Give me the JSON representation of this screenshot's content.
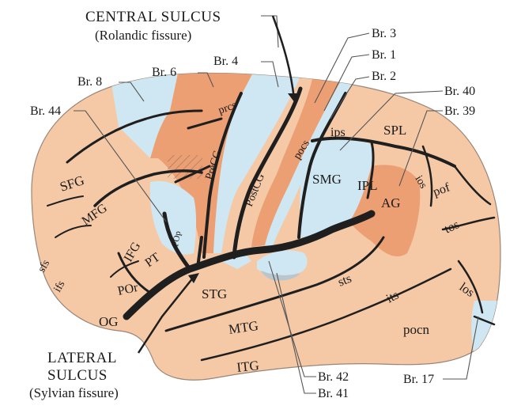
{
  "colors": {
    "background": "#ffffff",
    "cortex": "#f5c9a6",
    "area_blue": "#cfe7f2",
    "area_orange": "#ec9f73",
    "sulcus": "#1f1f1f",
    "leader": "#555555"
  },
  "callouts": {
    "central_sulcus_1": "CENTRAL SULCUS",
    "central_sulcus_2": "(Rolandic fissure)",
    "lateral_sulcus_1": "LATERAL",
    "lateral_sulcus_2": "SULCUS",
    "lateral_sulcus_3": "(Sylvian fissure)"
  },
  "brodmann_labels": {
    "br3": "Br. 3",
    "br1": "Br. 1",
    "br2": "Br. 2",
    "br4": "Br. 4",
    "br6": "Br. 6",
    "br8": "Br. 8",
    "br44": "Br. 44",
    "br40": "Br. 40",
    "br39": "Br. 39",
    "br42": "Br. 42",
    "br41": "Br. 41",
    "br17": "Br. 17"
  },
  "region_labels": {
    "sfg": "SFG",
    "mfg": "MFG",
    "ifg": "IFG",
    "pt": "PT",
    "por": "POr",
    "og": "OG",
    "prcs": "prcs",
    "precg": "PreCG",
    "postcg": "PostCG",
    "pocs": "pocs",
    "ips": "ips",
    "spl": "SPL",
    "smg": "SMG",
    "ipl": "IPL",
    "ag": "AG",
    "ios": "ios",
    "pof": "pof",
    "tos": "tos",
    "los": "los",
    "stg": "STG",
    "mtg": "MTG",
    "itg": "ITG",
    "sts": "sts",
    "its_temporal": "its",
    "pocn": "pocn",
    "sfs": "sfs",
    "ifs": "ifs",
    "pop": "POp"
  }
}
